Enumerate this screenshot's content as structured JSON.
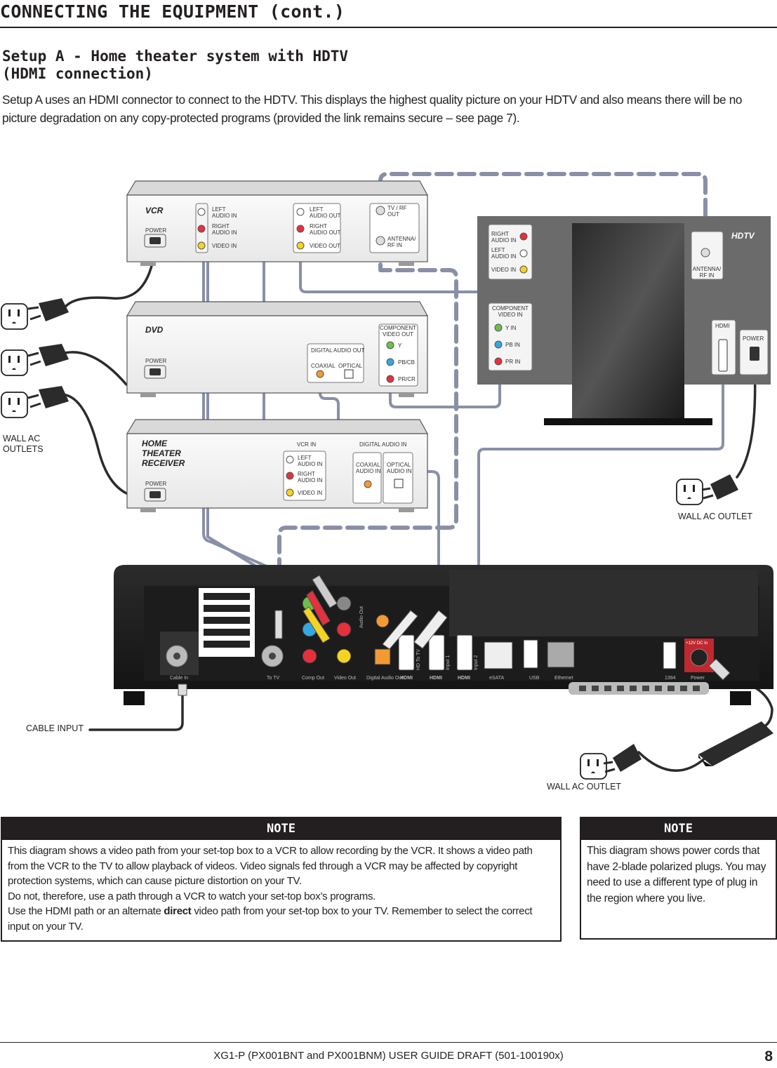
{
  "page": {
    "title": "CONNECTING THE EQUIPMENT (cont.)",
    "section_heading_line1": "Setup A - Home theater system with HDTV",
    "section_heading_line2": "(HDMI connection)",
    "intro": "Setup A uses an HDMI connector to connect to the HDTV. This displays the highest quality picture on your HDTV and also means there will be no picture degradation on any copy-protected programs (provided the link remains secure – see page 7)."
  },
  "diagram": {
    "vcr": {
      "name": "VCR",
      "power": "POWER",
      "left_audio_in_1": "LEFT",
      "left_audio_in_2": "AUDIO IN",
      "right_audio_in_1": "RIGHT",
      "right_audio_in_2": "AUDIO IN",
      "video_in": "VIDEO IN",
      "left_audio_out_1": "LEFT",
      "left_audio_out_2": "AUDIO OUT",
      "right_audio_out_1": "RIGHT",
      "right_audio_out_2": "AUDIO OUT",
      "video_out": "VIDEO OUT",
      "tv_rf_out_1": "TV / RF",
      "tv_rf_out_2": "OUT",
      "antenna_rf_in_1": "ANTENNA/",
      "antenna_rf_in_2": "RF IN"
    },
    "dvd": {
      "name": "DVD",
      "power": "POWER",
      "digital_audio_out": "DIGITAL AUDIO OUT",
      "coaxial": "COAXIAL",
      "optical": "OPTICAL",
      "component_1": "COMPONENT",
      "component_2": "VIDEO OUT",
      "y": "Y",
      "pb": "PB/CB",
      "pr": "PR/CR"
    },
    "receiver": {
      "name_1": "HOME",
      "name_2": "THEATER",
      "name_3": "RECEIVER",
      "power": "POWER",
      "vcr_in": "VCR IN",
      "left_audio_in_1": "LEFT",
      "left_audio_in_2": "AUDIO IN",
      "right_audio_in_1": "RIGHT",
      "right_audio_in_2": "AUDIO IN",
      "video_in": "VIDEO IN",
      "digital_audio_in": "DIGITAL AUDIO IN",
      "coaxial_1": "COAXIAL",
      "coaxial_2": "AUDIO IN",
      "optical_1": "OPTICAL",
      "optical_2": "AUDIO IN"
    },
    "hdtv": {
      "name": "HDTV",
      "right_audio_in_1": "RIGHT",
      "right_audio_in_2": "AUDIO IN",
      "left_audio_in_1": "LEFT",
      "left_audio_in_2": "AUDIO IN",
      "video_in": "VIDEO IN",
      "antenna_1": "ANTENNA/",
      "antenna_2": "RF IN",
      "component_1": "COMPONENT",
      "component_2": "VIDEO IN",
      "y_in": "Y IN",
      "pb_in": "PB IN",
      "pr_in": "PR IN",
      "hdmi": "HDMI",
      "power": "POWER"
    },
    "settop": {
      "cable_in": "Cable In",
      "to_tv": "To TV",
      "comp_out": "Comp Out",
      "video_out": "Video Out",
      "digital_audio_out": "Digital Audio Out",
      "audio_out": "Audio Out",
      "hdmi_logo": "HDMI",
      "hd_to_tv": "HD To TV",
      "input_1": "Input 1",
      "input_2": "Input 2",
      "esata": "eSATA",
      "usb": "USB",
      "ethernet": "Ethernet",
      "fw1394": "1394",
      "power": "Power",
      "dc_in": "+12V DC In"
    },
    "labels": {
      "wall_ac_outlets_1": "WALL AC",
      "wall_ac_outlets_2": "OUTLETS",
      "wall_ac_outlet_tv": "WALL AC OUTLET",
      "wall_ac_outlet_adapter": "WALL AC OUTLET",
      "cable_input": "CABLE INPUT"
    }
  },
  "notes": {
    "left": {
      "heading": "NOTE",
      "p1": "This diagram shows a video path from your set-top box to a VCR to allow recording by the VCR. It shows a video path from the VCR to the TV to allow playback of videos. Video signals fed through a VCR may be affected by copyright protection systems, which can cause picture distortion on your TV.",
      "p2": "Do not, therefore, use a path through a VCR to watch your set-top box’s programs.",
      "p3_before": "Use the HDMI path or an alternate ",
      "p3_bold": "direct",
      "p3_after": " video path from your set-top box to your TV. Remember to select the correct input on your TV."
    },
    "right": {
      "heading": "NOTE",
      "body": "This diagram shows power cords that have 2-blade polarized plugs. You may need to use a different type of plug in the region where you live."
    }
  },
  "footer": {
    "text": "XG1-P (PX001BNT and PX001BNM) USER GUIDE DRAFT (501-100190x)",
    "page_number": "8"
  }
}
